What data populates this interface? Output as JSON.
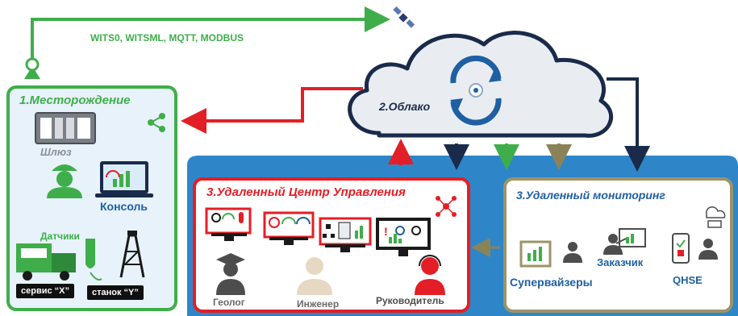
{
  "protocols": "WITS0, WITSML, MQTT, MODBUS",
  "field": {
    "title": "1.Месторождение",
    "gateway": "Шлюз",
    "console": "Консоль",
    "sensors": "Датчики",
    "service": "сервис “X”",
    "rig": "станок “Y”"
  },
  "cloud": {
    "title": "2.Облако"
  },
  "control_center": {
    "title": "3.Удаленный Центр Управления",
    "roles": [
      "Геолог",
      "Инженер",
      "Руководитель"
    ]
  },
  "monitoring": {
    "title": "3.Удаленный мониторинг",
    "roles": [
      "Супервайзеры",
      "Заказчик",
      "QHSE"
    ]
  },
  "colors": {
    "green": "#3fae4a",
    "red": "#e41e26",
    "navy": "#1a2a4a",
    "olive": "#9c9467",
    "blue_bg": "#2e86c8",
    "cloud_fill": "#e9edf2",
    "field_bg": "#e7f2fb"
  }
}
